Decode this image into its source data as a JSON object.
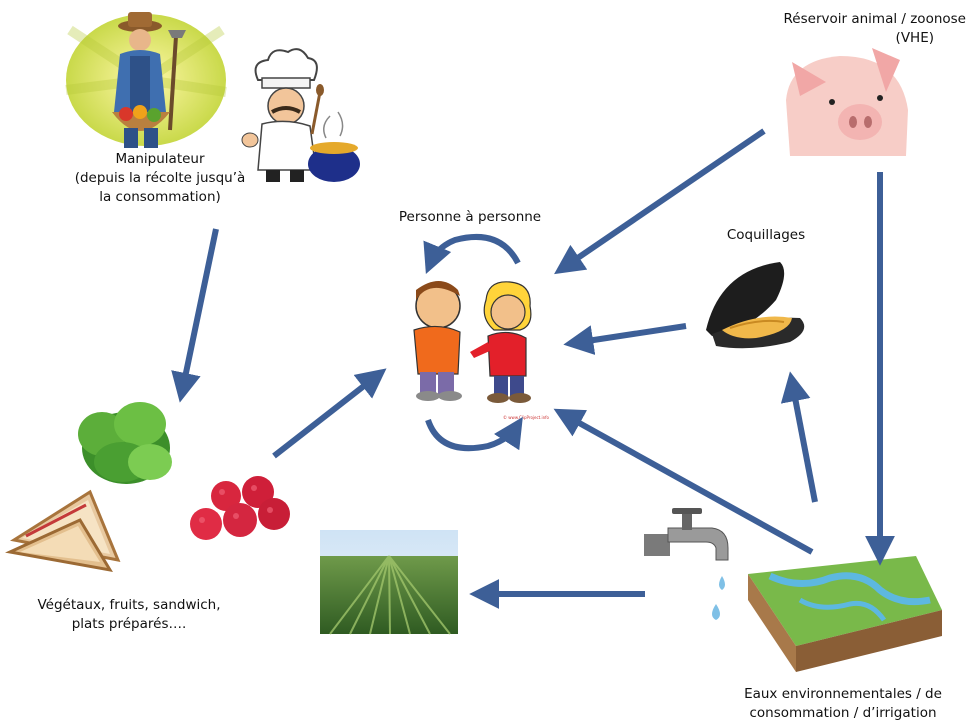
{
  "labels": {
    "handler": [
      "Manipulateur",
      "(depuis la récolte jusqu’à",
      "la consommation)"
    ],
    "person_to_person": "Personne à personne",
    "reservoir": [
      "Réservoir animal / zoonose",
      "(VHE)"
    ],
    "shellfish": "Coquillages",
    "produce": [
      "Végétaux, fruits, sandwich,",
      "plats préparés…."
    ],
    "water": [
      "Eaux environnementales / de",
      "consommation / d’irrigation"
    ]
  },
  "watermark": "© www.ClipProject.info",
  "colors": {
    "arrow": "#3d5f97",
    "arrow_dark": "#2f4d80"
  }
}
